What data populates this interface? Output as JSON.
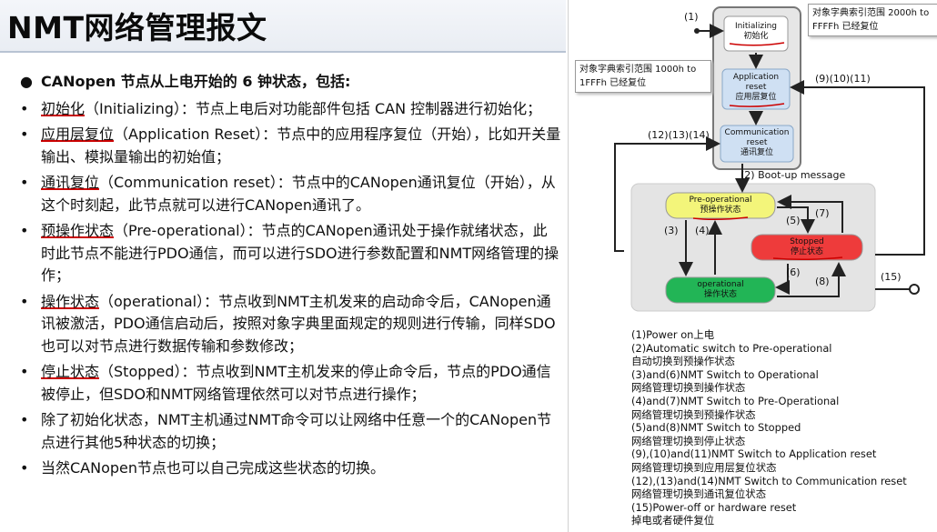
{
  "title": "NMT网络管理报文",
  "bullets": [
    {
      "dot": "●",
      "text": "CANopen 节点从上电开始的 6 钟状态，包括:",
      "term": ""
    },
    {
      "dot": "•",
      "term": "初始化",
      "text": "（Initializing）：节点上电后对功能部件包括 CAN 控制器进行初始化；"
    },
    {
      "dot": "•",
      "term": "应用层复位",
      "text": "（Application Reset）：节点中的应用程序复位（开始），比如开关量输出、模拟量输出的初始值；"
    },
    {
      "dot": "•",
      "term": "通讯复位",
      "text": "（Communication reset）：节点中的CANopen通讯复位（开始），从这个时刻起，此节点就可以进行CANopen通讯了。"
    },
    {
      "dot": "•",
      "term": "预操作状态",
      "text": "（Pre-operational）：节点的CANopen通讯处于操作就绪状态，此时此节点不能进行PDO通信，而可以进行SDO进行参数配置和NMT网络管理的操作；"
    },
    {
      "dot": "•",
      "term": "操作状态",
      "text": "（operational）：节点收到NMT主机发来的启动命令后，CANopen通讯被激活，PDO通信启动后，按照对象字典里面规定的规则进行传输，同样SDO也可以对节点进行数据传输和参数修改；"
    },
    {
      "dot": "•",
      "term": "停止状态",
      "text": "（Stopped）：节点收到NMT主机发来的停止命令后，节点的PDO通信被停止，但SDO和NMT网络管理依然可以对节点进行操作；"
    },
    {
      "dot": "•",
      "term": "",
      "text": "除了初始化状态，NMT主机通过NMT命令可以让网络中任意一个的CANopen节点进行其他5种状态的切换；"
    },
    {
      "dot": "•",
      "term": "",
      "text": "当然CANopen节点也可以自己完成这些状态的切换。"
    }
  ],
  "diagram": {
    "states": {
      "initializing": {
        "en": "Initializing",
        "zh": "初始化"
      },
      "app_reset": {
        "en": "Application reset",
        "zh": "应用层复位"
      },
      "comm_reset": {
        "en": "Communication reset",
        "zh": "通讯复位"
      },
      "preop": {
        "en": "Pre-operational",
        "zh": "预操作状态"
      },
      "stopped": {
        "en": "Stopped",
        "zh": "停止状态"
      },
      "operational": {
        "en": "operational",
        "zh": "操作状态"
      }
    },
    "labels": {
      "l1": "(1)",
      "l2": "(2)  Boot-up message",
      "l3": "(3)",
      "l4": "(4)",
      "l5": "(5)",
      "l6": "(6)",
      "l7": "(7)",
      "l8": "(8)",
      "l9": "(9)(10)(11)",
      "l12": "(12)(13)(14)",
      "l15": "(15)"
    },
    "note_left": "对象字典索引范围 1000h to 1FFFh 已经复位",
    "note_right": "对象字典索引范围 2000h to FFFFh 已经复位",
    "legend": [
      "(1)Power on上电",
      "(2)Automatic switch to Pre-operational",
      "自动切换到预操作状态",
      "(3)and(6)NMT Switch to Operational",
      "网络管理切换到操作状态",
      "(4)and(7)NMT Switch to Pre-Operational",
      "网络管理切换到预操作状态",
      "(5)and(8)NMT Switch to Stopped",
      "网络管理切换到停止状态",
      "(9),(10)and(11)NMT Switch to Application reset",
      "网络管理切换到应用层复位状态",
      "(12),(13)and(14)NMT Switch to Communication reset",
      "网络管理切换到通讯复位状态",
      "(15)Power-off or hardware reset",
      "掉电或者硬件复位"
    ]
  },
  "colors": {
    "preop": "#f3f57a",
    "stopped": "#ee3b3b",
    "operational": "#22b556",
    "reset": "#cfe0f3",
    "underline": "#cc0000"
  }
}
